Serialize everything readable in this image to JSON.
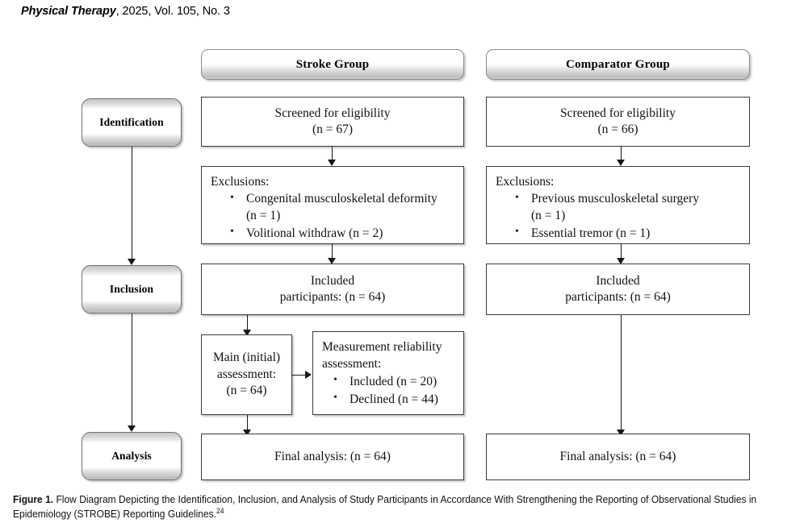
{
  "journal": {
    "title": "Physical Therapy",
    "issue": ", 2025, Vol. 105, No. 3"
  },
  "columns": {
    "stroke": {
      "header": "Stroke Group"
    },
    "comparator": {
      "header": "Comparator Group"
    }
  },
  "stages": [
    {
      "label": "Identification"
    },
    {
      "label": "Inclusion"
    },
    {
      "label": "Analysis"
    }
  ],
  "stroke": {
    "screened": {
      "line1": "Screened for eligibility",
      "line2": "(n = 67)"
    },
    "exclusions": {
      "lead": "Exclusions:",
      "items": [
        "Congenital musculoskeletal deformity",
        "(n = 1)",
        "Volitional withdraw (n = 2)"
      ]
    },
    "included": {
      "line1": "Included",
      "line2": "participants: (n = 64)"
    },
    "main_assessment": {
      "line1": "Main (initial)",
      "line2": "assessment:",
      "line3": "(n = 64)"
    },
    "reliability": {
      "line1": "Measurement reliability",
      "line2": "assessment:",
      "items": [
        "Included (n = 20)",
        "Declined (n = 44)"
      ]
    },
    "final": {
      "text": "Final analysis: (n = 64)"
    }
  },
  "comparator": {
    "screened": {
      "line1": "Screened for eligibility",
      "line2": "(n = 66)"
    },
    "exclusions": {
      "lead": "Exclusions:",
      "items": [
        "Previous musculoskeletal surgery",
        "(n = 1)",
        "Essential tremor (n = 1)"
      ]
    },
    "included": {
      "line1": "Included",
      "line2": "participants: (n = 64)"
    },
    "final": {
      "text": "Final analysis: (n = 64)"
    }
  },
  "caption": {
    "label": "Figure 1.",
    "text": " Flow Diagram Depicting the Identification, Inclusion, and Analysis of Study Participants in Accordance With Strengthening the Reporting of Observational Studies in Epidemiology (STROBE) Reporting Guidelines.",
    "reference": "24"
  },
  "colors": {
    "line": "#171717",
    "box_border": "#3a3a3a",
    "stage_gray": "#c4c4c4"
  }
}
